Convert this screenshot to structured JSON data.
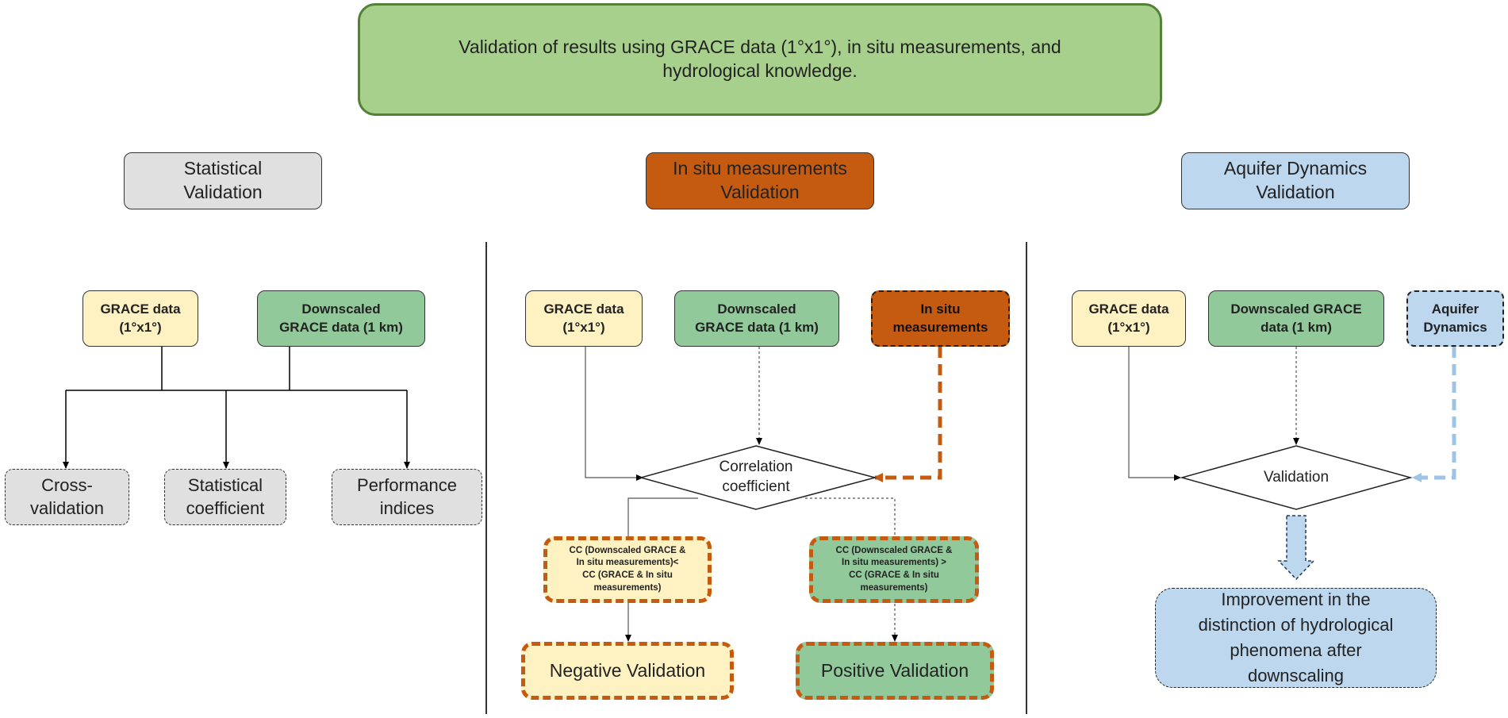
{
  "colors": {
    "green_fill": "#a8d08d",
    "green_border": "#538135",
    "yellow_fill": "#fff2c2",
    "darkgreen_fill": "#92c99a",
    "orange_fill": "#c55a11",
    "gray_fill": "#e0e0e0",
    "blue_fill": "#bdd7ee",
    "blue_dash": "#9dc3e6"
  },
  "top": {
    "text": "Validation of results using GRACE data (1°x1°), in situ measurements, and\nhydrological knowledge."
  },
  "left": {
    "header": "Statistical\nValidation",
    "grace": "GRACE data\n(1°x1°)",
    "downscaled": "Downscaled\nGRACE data (1 km)",
    "cross": "Cross-\nvalidation",
    "coefficient": "Statistical\ncoefficient",
    "indices": "Performance\nindices"
  },
  "middle": {
    "header": "In situ measurements\nValidation",
    "grace": "GRACE data\n(1°x1°)",
    "downscaled": "Downscaled\nGRACE data (1 km)",
    "insitu": "In situ\nmeasurements",
    "correlation": "Correlation\ncoefficient",
    "cc_less": "CC (Downscaled GRACE  &\nIn situ measurements)<\nCC (GRACE & In situ\nmeasurements)",
    "cc_greater": "CC (Downscaled GRACE &\nIn situ measurements) >\nCC (GRACE  & In situ\nmeasurements)",
    "negative": "Negative Validation",
    "positive": "Positive Validation"
  },
  "right": {
    "header": "Aquifer Dynamics\nValidation",
    "grace": "GRACE data\n(1°x1°)",
    "downscaled": "Downscaled GRACE\ndata (1 km)",
    "aquifer": "Aquifer\nDynamics",
    "validation": "Validation",
    "improvement": "Improvement in the\ndistinction of hydrological\nphenomena after\ndownscaling"
  }
}
